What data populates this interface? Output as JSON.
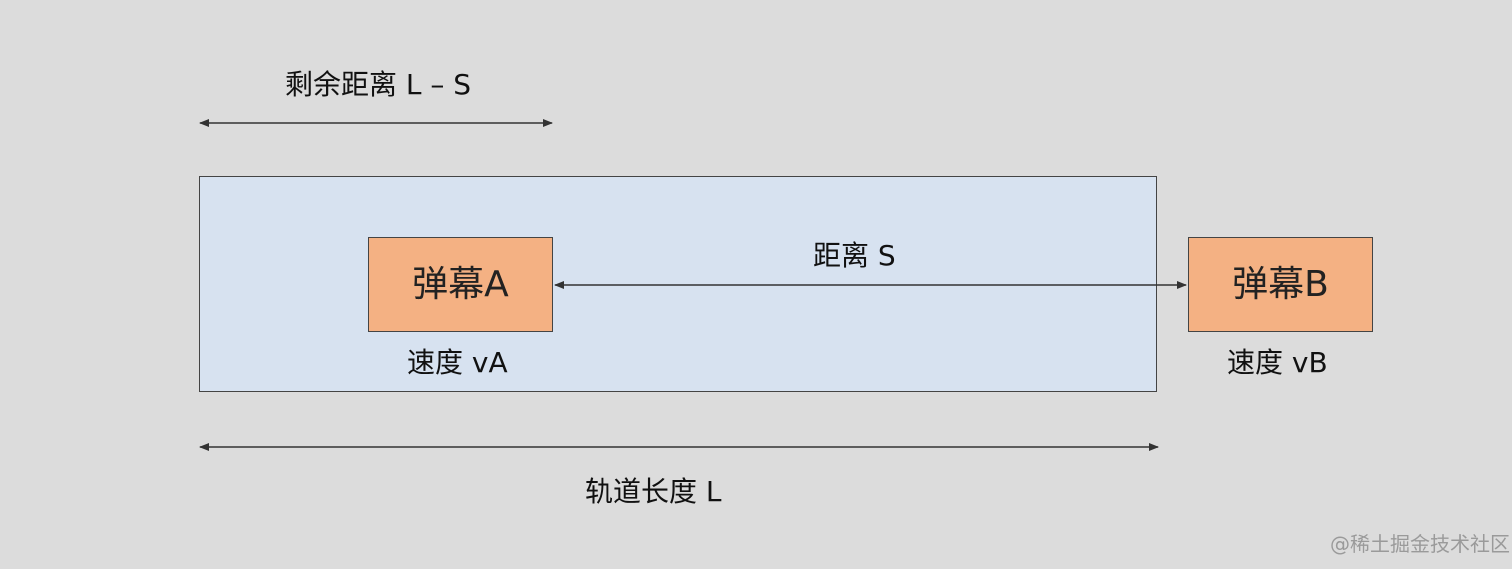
{
  "labels": {
    "remaining": "剩余距离 L – S",
    "distance": "距离 S",
    "speed_a": "速度 vA",
    "speed_b": "速度 vB",
    "track_length": "轨道长度 L"
  },
  "boxes": {
    "a": "弹幕A",
    "b": "弹幕B"
  },
  "watermark": "@稀土掘金技术社区",
  "colors": {
    "background": "#dcdcdc",
    "track_fill": "#d7e2f0",
    "box_fill": "#f4b183",
    "stroke": "#444444"
  }
}
